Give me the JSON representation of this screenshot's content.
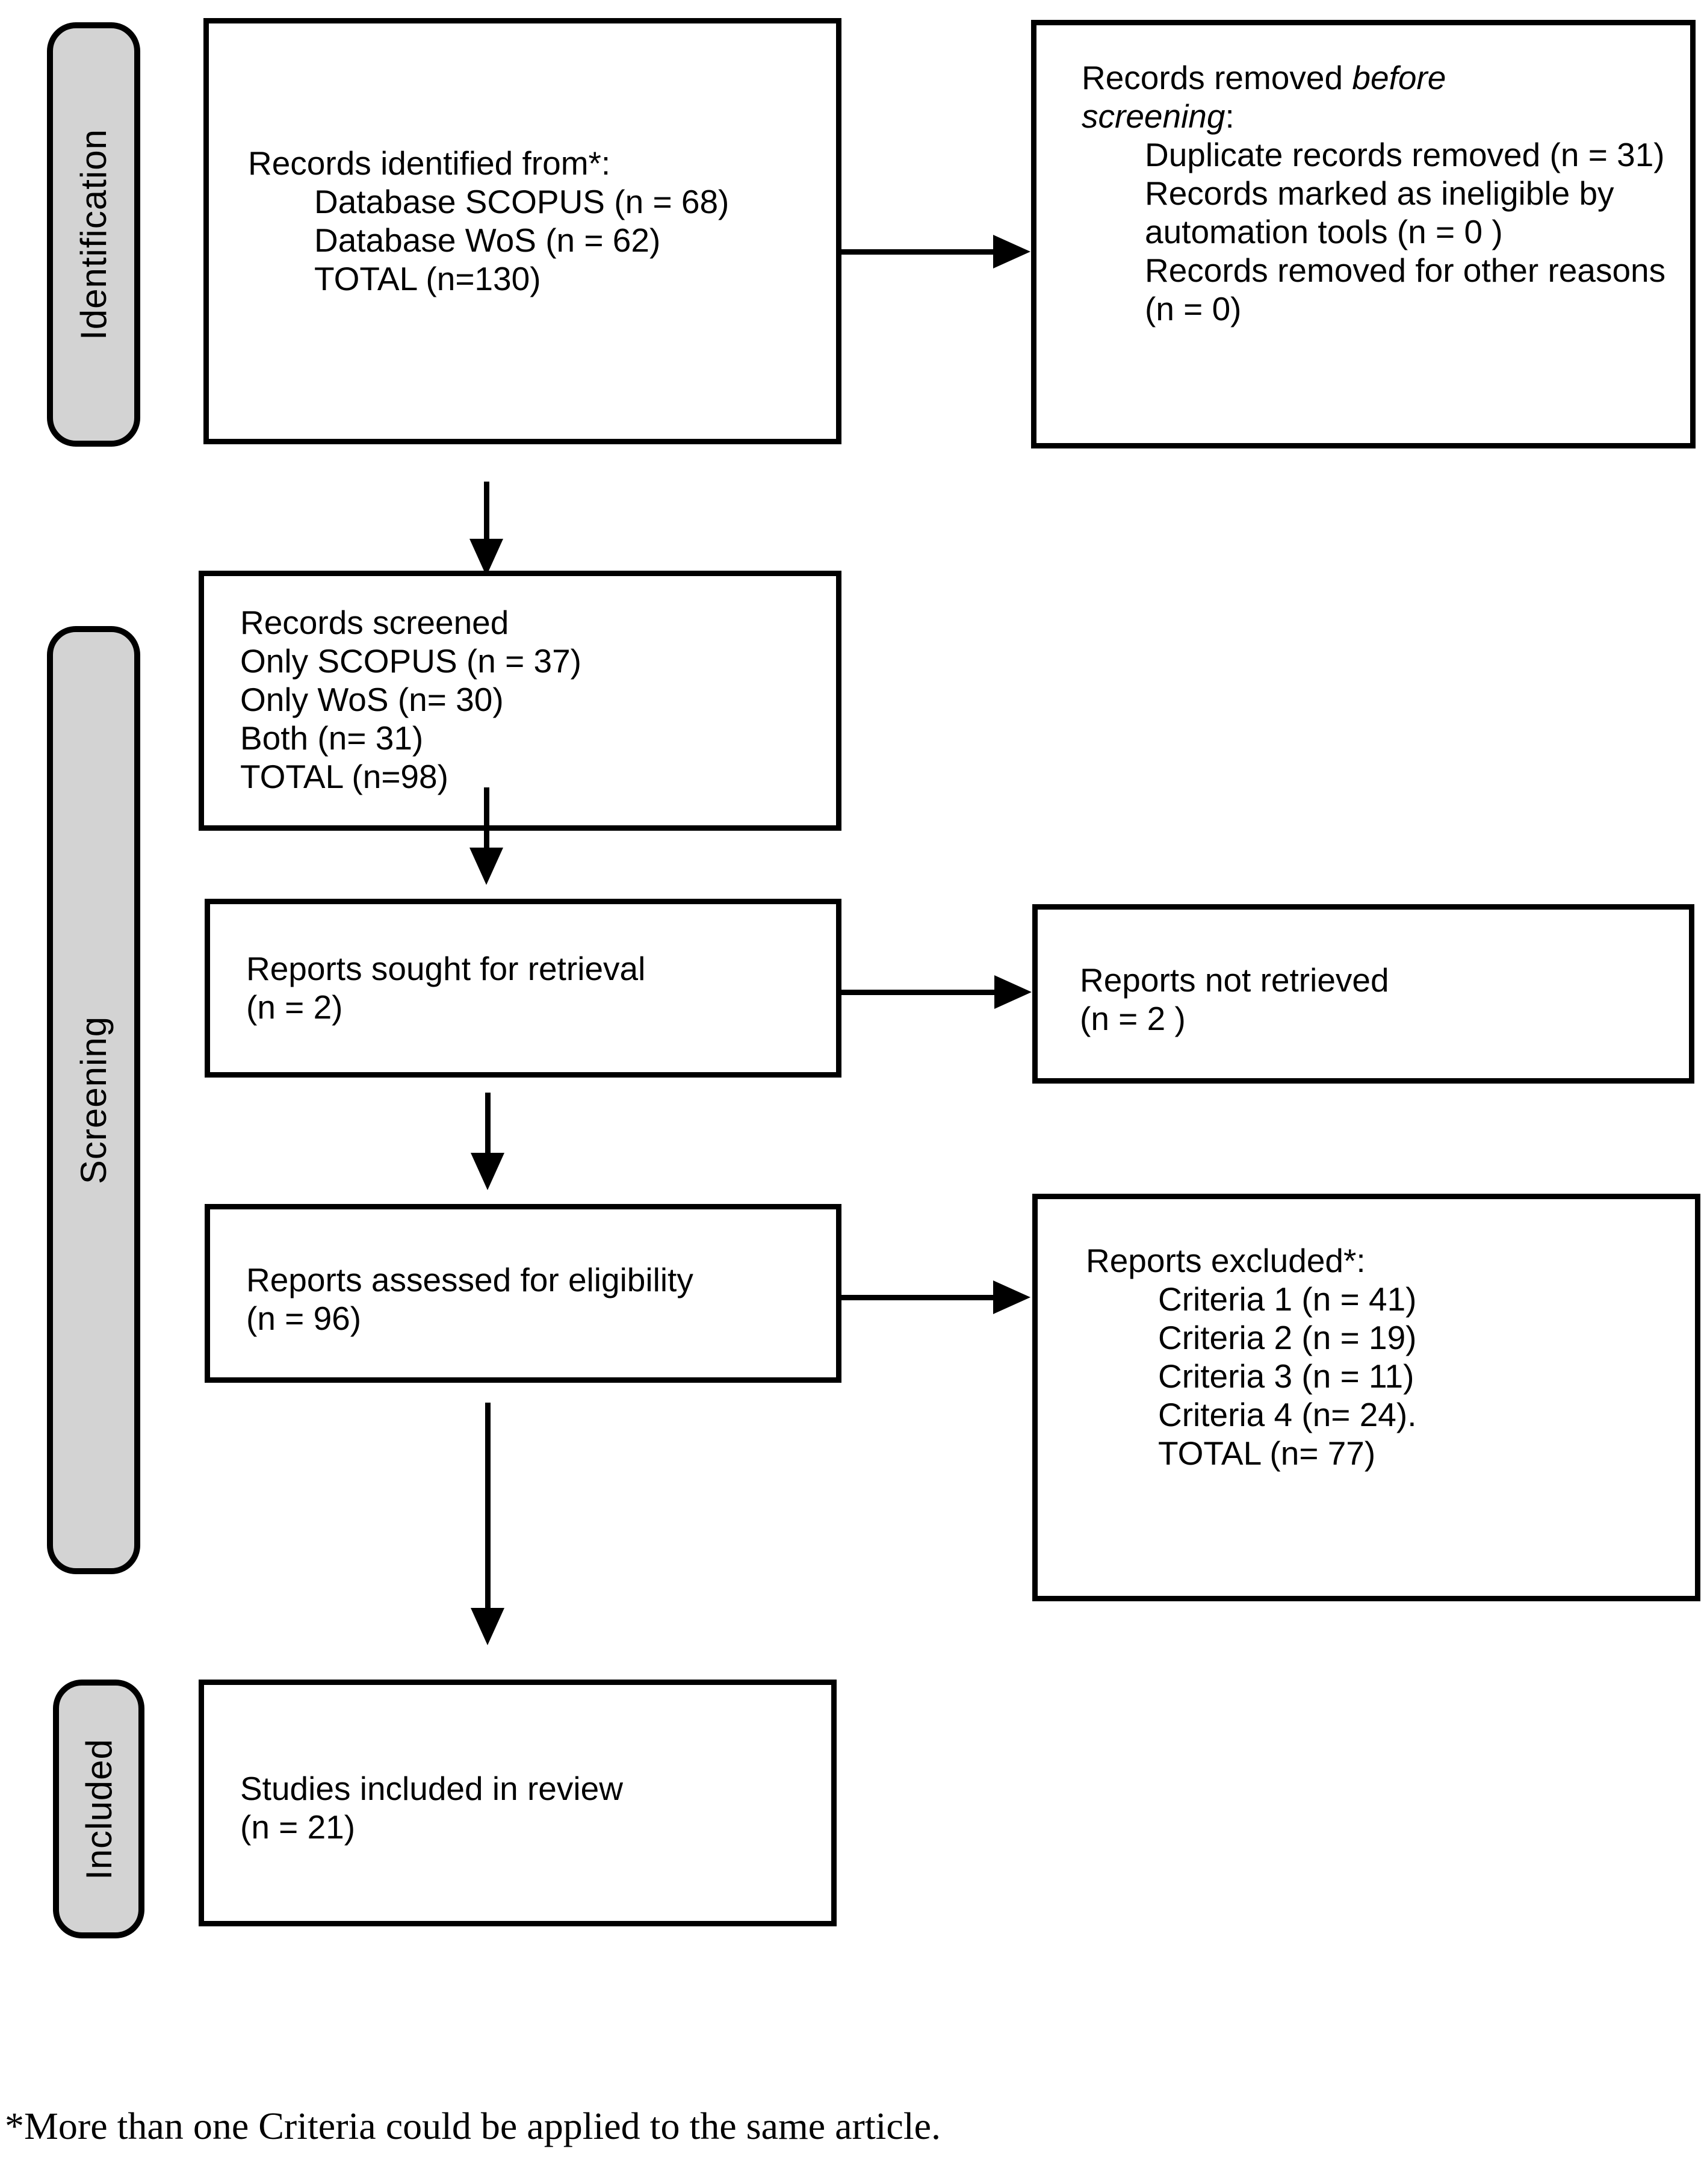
{
  "stages": {
    "identification": "Identification",
    "screening": "Screening",
    "included": "Included"
  },
  "boxes": {
    "identified": {
      "title": "Records identified from*:",
      "lines": [
        "Database SCOPUS (n = 68)",
        "Database WoS (n = 62)",
        "TOTAL (n=130)"
      ]
    },
    "removed_before_screening": {
      "line1_prefix": "Records removed ",
      "line1_italic": "before",
      "line2_italic": "screening",
      "line2_colon": ":",
      "items": [
        "Duplicate records removed (n = 31)",
        "Records marked as ineligible by automation tools (n = 0 )",
        "Records removed for other reasons (n = 0)"
      ]
    },
    "screened": {
      "lines": [
        "Records screened",
        "Only SCOPUS (n = 37)",
        "Only WoS (n= 30)",
        "Both (n= 31)",
        "TOTAL (n=98)"
      ]
    },
    "sought": {
      "lines": [
        "Reports sought for retrieval",
        "(n = 2)"
      ]
    },
    "not_retrieved": {
      "lines": [
        "Reports not retrieved",
        "(n = 2 )"
      ]
    },
    "assessed": {
      "lines": [
        "Reports assessed for eligibility",
        "(n = 96)"
      ]
    },
    "excluded": {
      "title": "Reports excluded*:",
      "items": [
        "Criteria 1 (n = 41)",
        "Criteria 2 (n = 19)",
        "Criteria 3 (n = 11)",
        "Criteria 4 (n= 24).",
        "TOTAL (n= 77)"
      ]
    },
    "included_studies": {
      "lines": [
        "Studies included in review",
        "(n = 21)"
      ]
    }
  },
  "footnote": "*More than one Criteria could be applied to the same article.",
  "colors": {
    "stage_label_fill": "#d3d3d3",
    "line_color": "#000000",
    "box_fill": "#ffffff"
  }
}
